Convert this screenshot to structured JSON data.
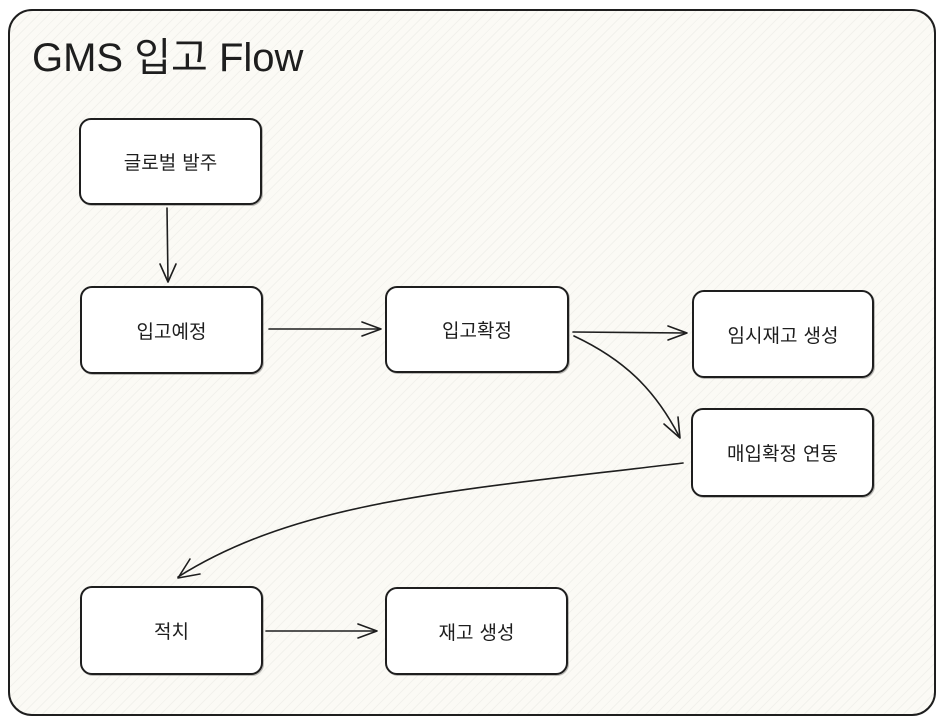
{
  "diagram": {
    "title": "GMS 입고 Flow",
    "nodes": [
      {
        "id": "global-order",
        "label": "글로벌 발주"
      },
      {
        "id": "inbound-plan",
        "label": "입고예정"
      },
      {
        "id": "inbound-confirm",
        "label": "입고확정"
      },
      {
        "id": "temp-stock",
        "label": "임시재고 생성"
      },
      {
        "id": "purchase-confirm",
        "label": "매입확정 연동"
      },
      {
        "id": "putaway",
        "label": "적치"
      },
      {
        "id": "stock-create",
        "label": "재고 생성"
      }
    ],
    "edges": [
      {
        "from": "global-order",
        "to": "inbound-plan"
      },
      {
        "from": "inbound-plan",
        "to": "inbound-confirm"
      },
      {
        "from": "inbound-confirm",
        "to": "temp-stock"
      },
      {
        "from": "inbound-confirm",
        "to": "purchase-confirm"
      },
      {
        "from": "purchase-confirm",
        "to": "putaway"
      },
      {
        "from": "putaway",
        "to": "stock-create"
      }
    ]
  }
}
